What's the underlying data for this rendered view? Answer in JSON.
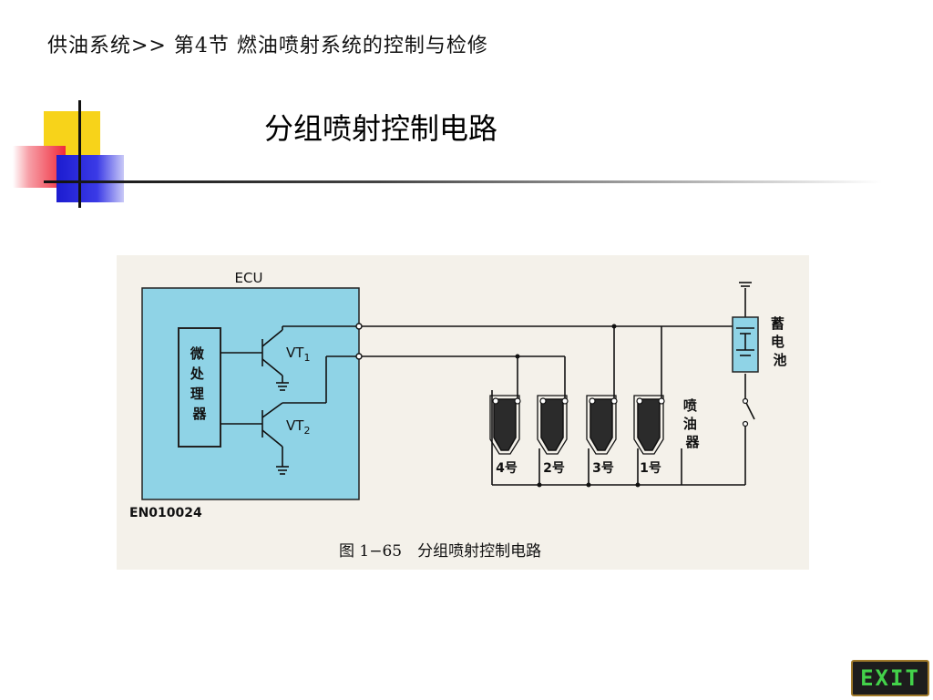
{
  "header": {
    "breadcrumb": "供油系统>> 第4节 燃油喷射系统的控制与检修",
    "title": "分组喷射控制电路"
  },
  "diagram": {
    "ecu_label": "ECU",
    "processor_label": "微处理器",
    "vt1_label": "VT",
    "vt1_sub": "1",
    "vt2_label": "VT",
    "vt2_sub": "2",
    "battery_label": "蓄电池",
    "injector_label": "喷油器",
    "injectors": [
      "4号",
      "2号",
      "3号",
      "1号"
    ],
    "code": "EN010024",
    "ecu_fill": "#8fd3e6",
    "battery_fill": "#8fd3e6"
  },
  "caption": "图 1−65　分组喷射控制电路",
  "exit_label": "EXIT"
}
